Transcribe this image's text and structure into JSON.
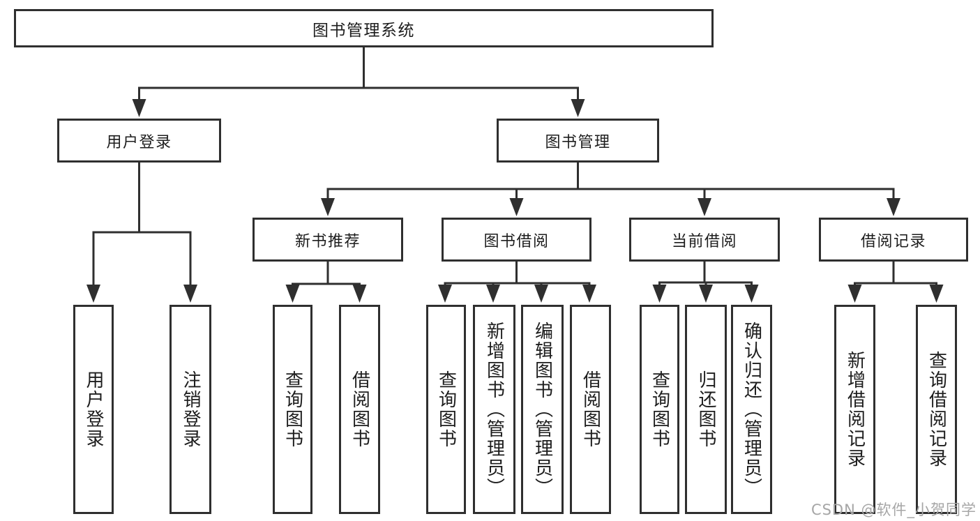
{
  "colors": {
    "line": "#2f2f2f",
    "text": "#1d1d1d",
    "background": "#ffffff",
    "watermark": "#a6a6a6"
  },
  "watermark": "CSDN @软件_小贺同学",
  "tree": {
    "root": {
      "label": "图书管理系统"
    },
    "branches": [
      {
        "label": "用户登录",
        "children": [
          {
            "label": "用户登录"
          },
          {
            "label": "注销登录"
          }
        ]
      },
      {
        "label": "图书管理",
        "children": [
          {
            "label": "新书推荐",
            "children": [
              {
                "label": "查询图书"
              },
              {
                "label": "借阅图书"
              }
            ]
          },
          {
            "label": "图书借阅",
            "children": [
              {
                "label": "查询图书"
              },
              {
                "label": "新增图书（管理员）"
              },
              {
                "label": "编辑图书（管理员）"
              },
              {
                "label": "借阅图书"
              }
            ]
          },
          {
            "label": "当前借阅",
            "children": [
              {
                "label": "查询图书"
              },
              {
                "label": "归还图书"
              },
              {
                "label": "确认归还（管理员）"
              }
            ]
          },
          {
            "label": "借阅记录",
            "children": [
              {
                "label": "新增借阅记录"
              },
              {
                "label": "查询借阅记录"
              }
            ]
          }
        ]
      }
    ]
  }
}
